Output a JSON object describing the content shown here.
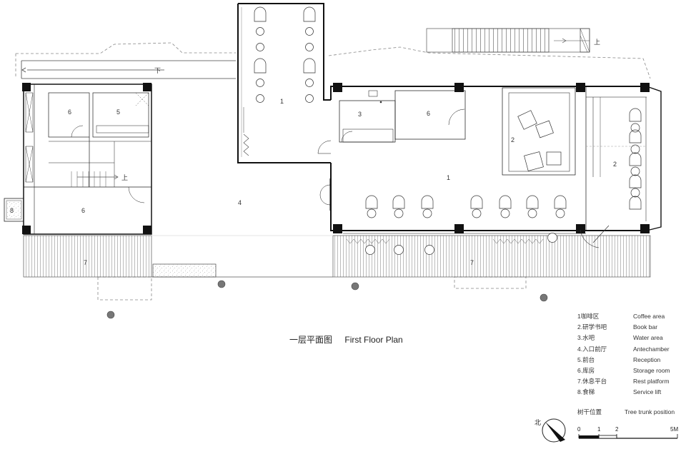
{
  "plan_title_cn": "一层平面图",
  "plan_title_en": "First Floor Plan",
  "room_numbers": {
    "lounge_1": "1",
    "cafe_1": "1",
    "bookbar_2a": "2",
    "bookbar_2b": "2",
    "water_3": "3",
    "ante_4": "4",
    "reception_5": "5",
    "storage_6a": "6",
    "storage_6b": "6",
    "storage_6c": "6",
    "rest_7a": "7",
    "rest_7b": "7",
    "lift_8": "8"
  },
  "stair_labels": {
    "down": "下",
    "up_left": "上",
    "up_right": "上"
  },
  "legend": [
    {
      "cn": "1咖啡区",
      "en": "Coffee  area"
    },
    {
      "cn": "2.研学书吧",
      "en": "Book  bar"
    },
    {
      "cn": "3.水吧",
      "en": "Water  area"
    },
    {
      "cn": "4.入口前厅",
      "en": "Antechamber"
    },
    {
      "cn": "5.前台",
      "en": "Reception"
    },
    {
      "cn": "6.库房",
      "en": "Storage  room"
    },
    {
      "cn": "7.休息平台",
      "en": "Rest  platform"
    },
    {
      "cn": "8.食梯",
      "en": "Service  lift"
    }
  ],
  "tree_legend": {
    "cn": "树干位置",
    "en": "Tree  trunk  position"
  },
  "north_label": "北",
  "scale": {
    "t0": "0",
    "t1": "1",
    "t2": "2",
    "t5": "5M"
  },
  "colors": {
    "line": "#222222",
    "column": "#111111",
    "tree": "#777777",
    "dashed": "#888888"
  }
}
